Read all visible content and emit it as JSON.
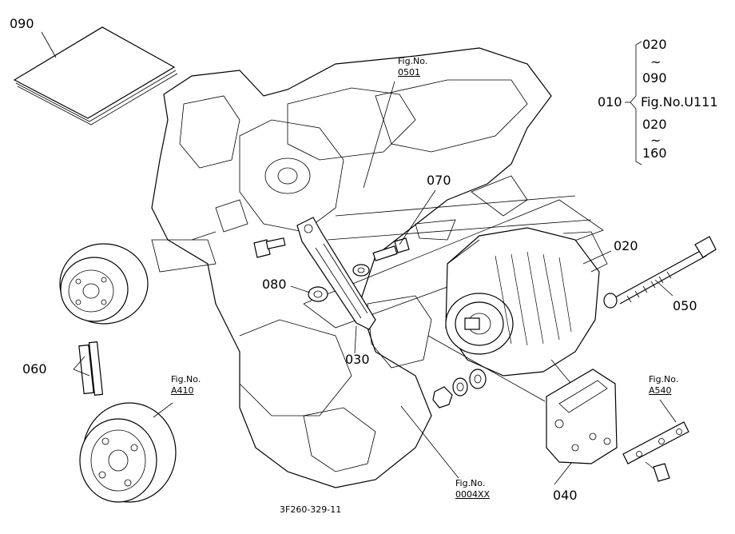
{
  "diagram": {
    "code": "3F260-329-11",
    "labels": {
      "p090": "090",
      "p010": "010",
      "p020": "020",
      "p030": "030",
      "p040": "040",
      "p050": "050",
      "p060": "060",
      "p070": "070",
      "p080": "080"
    },
    "legend": {
      "top_from": "020",
      "top_tilde": "~",
      "top_to": "090",
      "fig": "Fig.No.U111",
      "bottom_from": "020",
      "bottom_tilde": "~",
      "bottom_to": "160"
    },
    "fig_refs": {
      "r0501": {
        "label": "Fig.No.",
        "number": "0501"
      },
      "rA410": {
        "label": "Fig.No.",
        "number": "A410"
      },
      "rA540": {
        "label": "Fig.No.",
        "number": "A540"
      },
      "r0004": {
        "label": "Fig.No.",
        "number": "0004XX"
      }
    }
  }
}
